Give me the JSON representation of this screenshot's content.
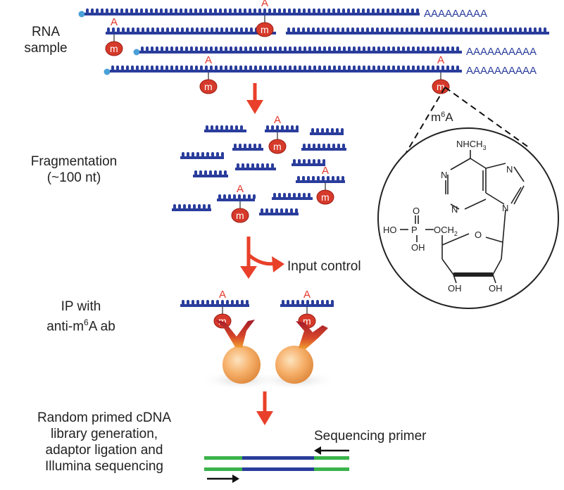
{
  "labels": {
    "rna_sample": [
      "RNA",
      "sample"
    ],
    "fragmentation": [
      "Fragmentation",
      "(~100 nt)"
    ],
    "input_control": "Input control",
    "ip_line1": "IP with",
    "ip_line2_prefix": "anti-m",
    "ip_line2_sup": "6",
    "ip_line2_suffix": "A ab",
    "library": [
      "Random primed cDNA",
      "library generation,",
      "adaptor ligation and",
      "Illumina sequencing"
    ],
    "sequencing_primer": "Sequencing primer"
  },
  "molecule": {
    "title_prefix": "m",
    "title_sup": "6",
    "title_suffix": "A",
    "nhch3": "NHCH",
    "nhch3_sub": "3",
    "n1": "N",
    "n3": "N",
    "n7": "N",
    "n9": "N",
    "p": "P",
    "ho": "HO",
    "o_top": "O",
    "oh_p": "OH",
    "och2": "OCH",
    "och2_sub": "2",
    "ring_o": "O",
    "oh2": "OH",
    "oh3": "OH"
  },
  "marks": {
    "adenosine": "A",
    "methyl": "m",
    "polya": "AAAAAAAAA",
    "polya_long": "AAAAAAAAAA"
  },
  "colors": {
    "rna": "#2a3d9c",
    "arrow": "#e8402a",
    "m6a_badge": "#d63a2a",
    "cap": "#4aa0d8",
    "adaptor": "#39b44a",
    "bead": "#f3a860"
  }
}
